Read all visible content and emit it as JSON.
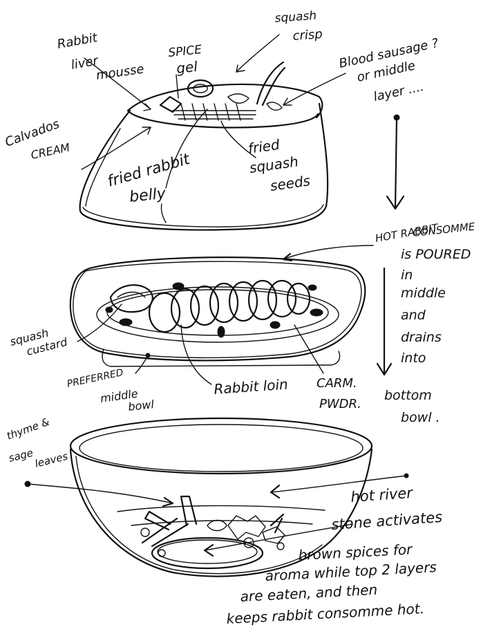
{
  "labels": {
    "rabbit_liver_mousse": [
      "Rabbit",
      "liver",
      "mousse"
    ],
    "spice_gel": [
      "SPICE",
      "gel"
    ],
    "squash_crisp": [
      "squash",
      "crisp"
    ],
    "blood_sausage": [
      "Blood sausage ?",
      "or middle",
      "layer ...."
    ],
    "calvados_cream": [
      "Calvados",
      "CREAM"
    ],
    "fried_rabbit_belly": [
      "fried rabbit",
      "belly"
    ],
    "fried_squash_seeds": [
      "fried",
      "squash",
      "seeds"
    ],
    "hot_rabbit_consomme": [
      "HOT RABBIT",
      "CONSOMME",
      "is POURED",
      "in",
      "middle",
      "and",
      "drains",
      "into",
      "bottom",
      "bowl ."
    ],
    "squash_custard": [
      "squash",
      "custard"
    ],
    "preferred_middle_bowl": [
      "PREFERRED",
      "middle",
      "bowl"
    ],
    "rabbit_loin": "Rabbit loin",
    "carm_pwdr": [
      "CARM.",
      "PWDR."
    ],
    "thyme_sage_leaves": [
      "thyme &",
      "sage",
      "leaves"
    ],
    "hot_river_stone": [
      "hot river",
      "stone activates",
      "brown spices for",
      "aroma while top 2 layers",
      "are eaten, and then",
      "keeps rabbit consomme hot."
    ]
  }
}
